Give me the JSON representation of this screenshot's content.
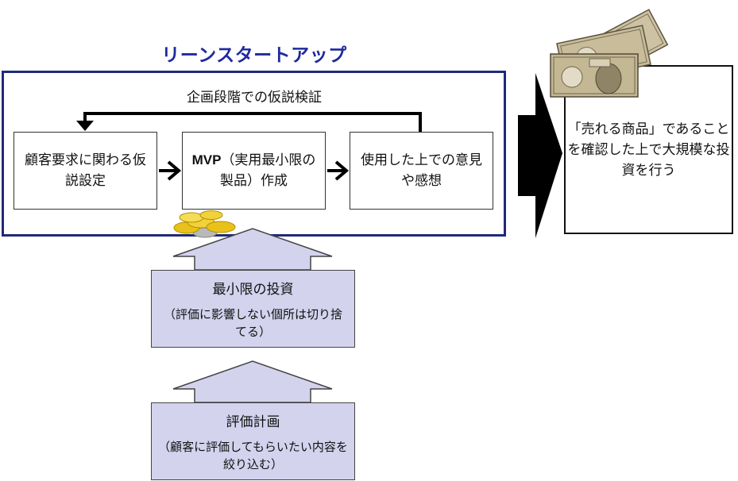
{
  "diagram": {
    "title": "リーンスタートアップ",
    "frame_label": "企画段階での仮説検証",
    "steps": [
      {
        "text": "顧客要求に関わる仮説設定"
      },
      {
        "bold": "MVP",
        "text": "（実用最小限の製品）作成"
      },
      {
        "text": "使用した上での意見や感想"
      }
    ],
    "outcome": "「売れる商品」であることを確認した上で大規模な投資を行う",
    "investment": {
      "label": "最小限の投資",
      "note": "（評価に影響しない個所は切り捨てる）"
    },
    "plan": {
      "label": "評価計画",
      "note": "（顧客に評価してもらいたい内容を絞り込む）"
    },
    "icons": {
      "coins": "gold-coins-icon",
      "money": "yen-banknotes-icon"
    },
    "colors": {
      "title": "#1f2a9c",
      "frame": "#1f2a7a",
      "lilac": "#d3d3ee",
      "coin": "#e8c21a"
    }
  }
}
